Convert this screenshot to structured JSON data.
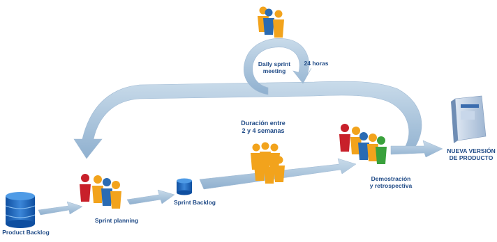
{
  "labels": {
    "product_backlog": "Product Backlog",
    "sprint_planning": "Sprint planning",
    "sprint_backlog": "Sprint Backlog",
    "daily_meeting_line1": "Daily sprint",
    "daily_meeting_line2": "meeting",
    "hours": "24 horas",
    "duration_line1": "Duración entre",
    "duration_line2": "2 y 4 semanas",
    "demo_line1": "Demostración",
    "demo_line2": "y retrospectiva",
    "release_line1": "NUEVA VERSIÓN",
    "release_line2": "DE PRODUCTO"
  },
  "colors": {
    "arrow_fill": "#a9c3da",
    "arrow_dark": "#7fa0c0",
    "database": "#1f63b5",
    "text": "#1f4a86",
    "person_red": "#c8202a",
    "person_blue": "#2a6bb3",
    "person_orange": "#f2a31c",
    "person_green": "#3aa13c"
  },
  "icons": [
    "database-icon",
    "people-group-icon",
    "product-box-icon"
  ]
}
